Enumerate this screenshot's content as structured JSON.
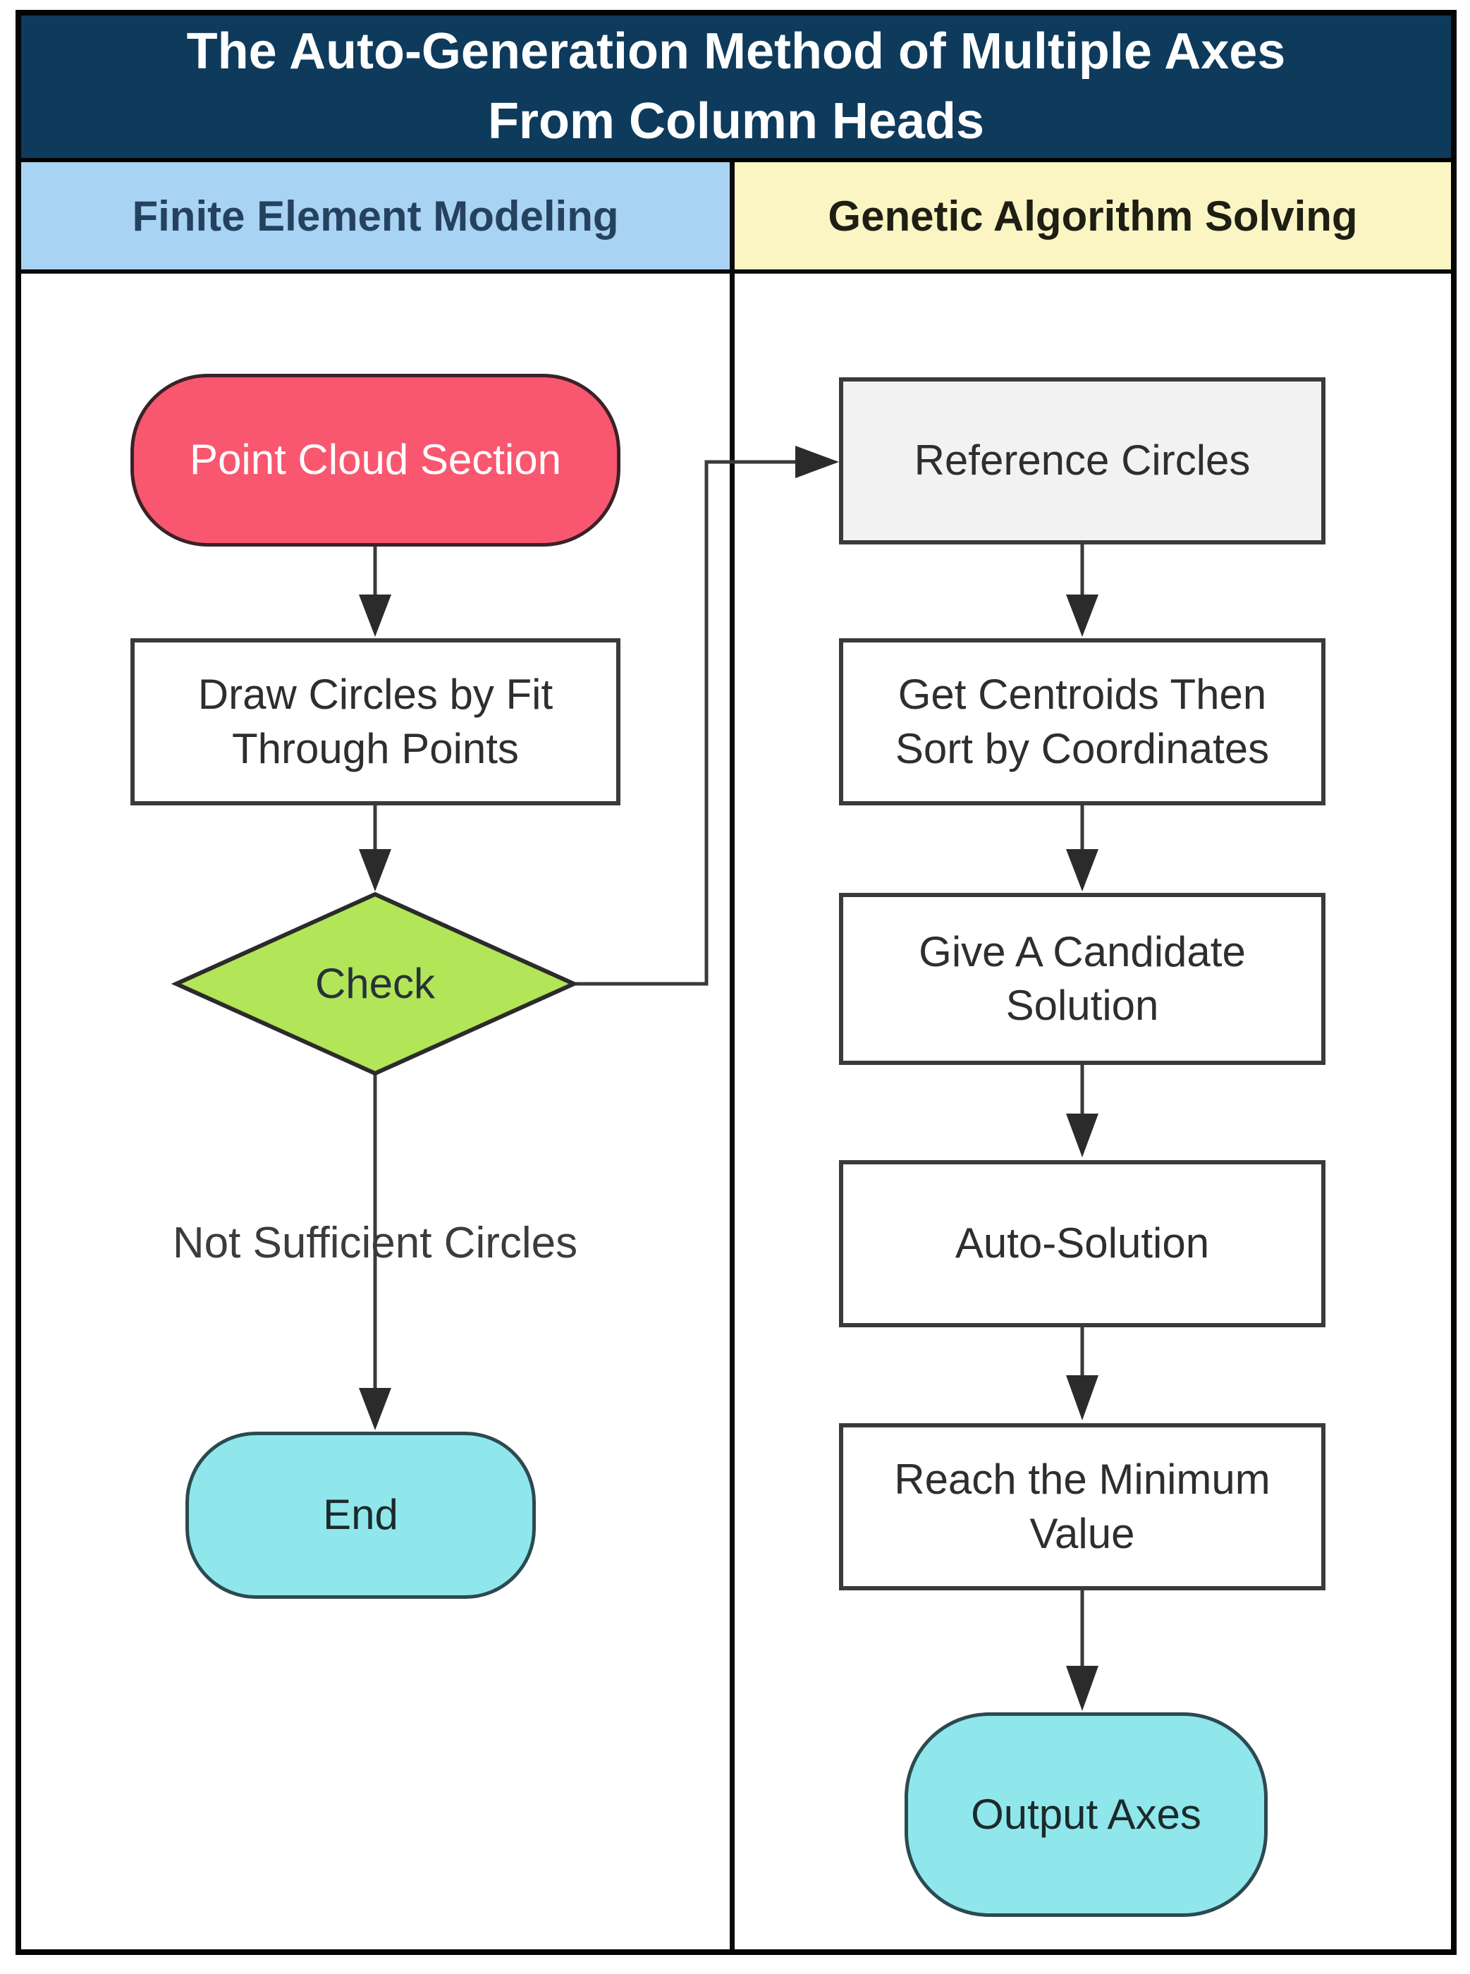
{
  "title": {
    "line1": "The Auto-Generation Method of Multiple Axes",
    "line2": "From Column Heads"
  },
  "columns": {
    "left": {
      "header": "Finite Element Modeling"
    },
    "right": {
      "header": "Genetic Algorithm Solving"
    }
  },
  "nodes": {
    "point_cloud": {
      "label": "Point Cloud Section",
      "shape": "terminator"
    },
    "draw_circles": {
      "label": "Draw Circles by Fit\nThrough Points",
      "shape": "process"
    },
    "check": {
      "label": "Check",
      "shape": "decision"
    },
    "not_sufficient": {
      "label": "Not Sufficient Circles",
      "shape": "edge-label"
    },
    "end": {
      "label": "End",
      "shape": "terminator"
    },
    "reference_circles": {
      "label": "Reference Circles",
      "shape": "process"
    },
    "get_centroids": {
      "label": "Get Centroids Then\nSort by Coordinates",
      "shape": "process"
    },
    "candidate": {
      "label": "Give A Candidate\nSolution",
      "shape": "process"
    },
    "auto_solution": {
      "label": "Auto-Solution",
      "shape": "process"
    },
    "reach_min": {
      "label": "Reach the Minimum\nValue",
      "shape": "process"
    },
    "output_axes": {
      "label": "Output Axes",
      "shape": "terminator"
    }
  },
  "palette": {
    "title_bg": "#0E3A5C",
    "title_text": "#FFFFFF",
    "header_left_bg": "#A9D3F3",
    "header_left_text": "#24425E",
    "header_right_bg": "#FAF5C3",
    "header_right_text": "#1E1E14",
    "node_pink": "#F9576F",
    "node_green": "#B2E557",
    "node_cyan": "#8FE7EB",
    "node_gray": "#F2F2F2",
    "node_white": "#FFFFFF",
    "line": "#3A3A3A",
    "arrow": "#2B2B2B",
    "outer_border": "#050505",
    "node_text": "#2E2E2E"
  }
}
